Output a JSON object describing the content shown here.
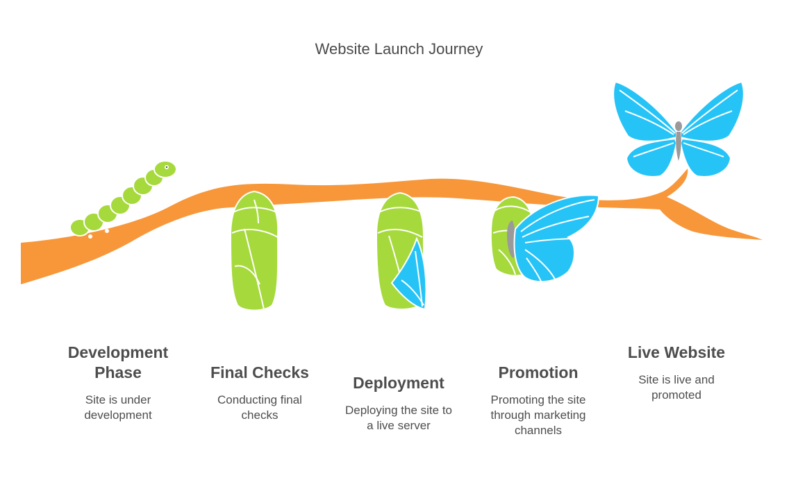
{
  "title": "Website Launch Journey",
  "colors": {
    "branch": "#f7973a",
    "caterpillar": "#a6d93c",
    "chrysalis": "#a6d93c",
    "wing": "#26c3f7",
    "body": "#9a9a9a",
    "text": "#4d4d4d"
  },
  "stages": [
    {
      "heading": "Development\nPhase",
      "description": "Site is under\ndevelopment",
      "icon": "caterpillar-icon"
    },
    {
      "heading": "Final Checks",
      "description": "Conducting final\nchecks",
      "icon": "chrysalis-icon"
    },
    {
      "heading": "Deployment",
      "description": "Deploying the site to\na live server",
      "icon": "emerging-chrysalis-icon"
    },
    {
      "heading": "Promotion",
      "description": "Promoting the site\nthrough marketing\nchannels",
      "icon": "emerging-butterfly-icon"
    },
    {
      "heading": "Live Website",
      "description": "Site is live and\npromoted",
      "icon": "butterfly-icon"
    }
  ]
}
